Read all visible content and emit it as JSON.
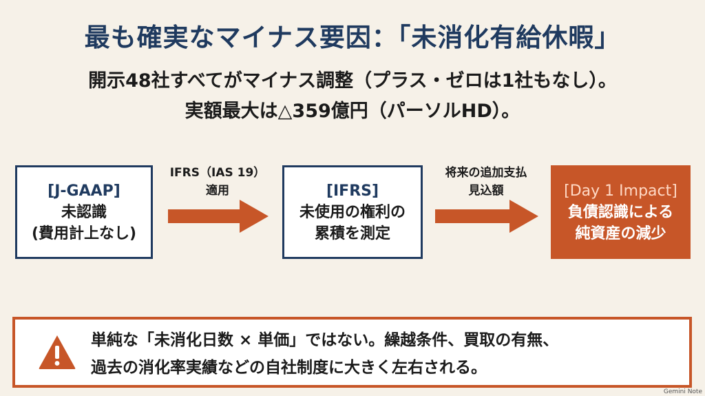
{
  "title": "最も確実なマイナス要因：「未消化有給休暇」",
  "subtitle": {
    "line1": "開示48社すべてがマイナス調整（プラス・ゼロは1社もなし）。",
    "line2": "実額最大は△359億円（パーソルHD）。"
  },
  "flow": {
    "box1": {
      "line1": "[J-GAAP]",
      "line2": "未認識",
      "line3": "(費用計上なし)"
    },
    "arrow1": {
      "line1": "IFRS（IAS 19）",
      "line2": "適用"
    },
    "box2": {
      "line1": "[IFRS]",
      "line2": "未使用の権利の",
      "line3": "累積を測定"
    },
    "arrow2": {
      "line1": "将来の追加支払",
      "line2": "見込額"
    },
    "box3": {
      "line1": "[Day 1 Impact]",
      "line2": "負債認識による",
      "line3": "純資産の減少"
    }
  },
  "warning": {
    "icon": "warning-triangle-icon",
    "line1": "単純な「未消化日数 × 単価」ではない。繰越条件、買取の有無、",
    "line2": "過去の消化率実績などの自社制度に大きく左右される。"
  },
  "watermark": "Gemini Note",
  "colors": {
    "navy": "#1f3a5f",
    "accent": "#c75628",
    "background": "#f6f1e8"
  }
}
